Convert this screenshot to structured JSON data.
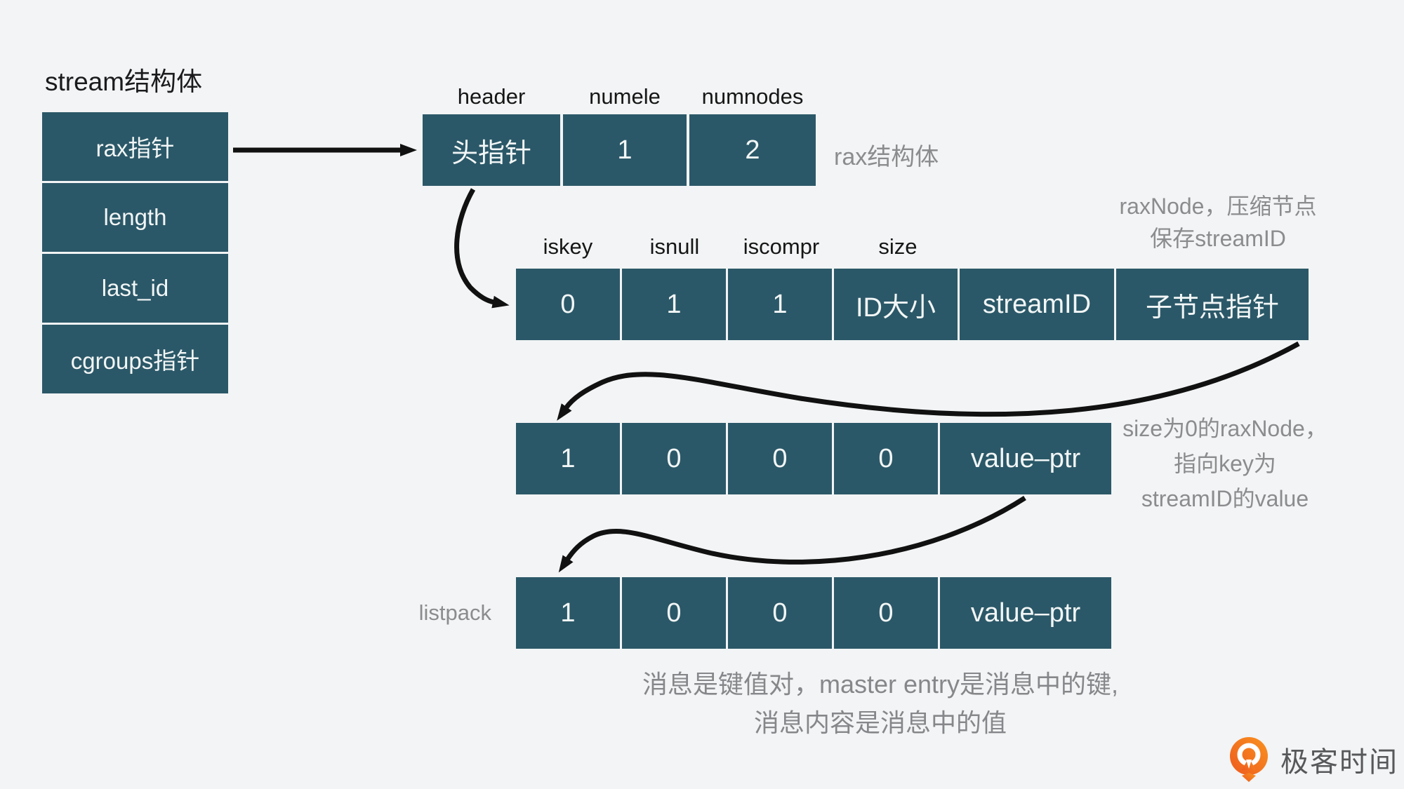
{
  "background": "#f2f4f5",
  "title": "stream结构体",
  "stream_struct": {
    "cells": [
      "rax指针",
      "length",
      "last_id",
      "cgroups指针"
    ]
  },
  "rax_row": {
    "labels": [
      "header",
      "numele",
      "numnodes"
    ],
    "cells": [
      "头指针",
      "1",
      "2"
    ],
    "annotation": "rax结构体"
  },
  "raxnode_row": {
    "labels": [
      "iskey",
      "isnull",
      "iscompr",
      "size"
    ],
    "cells": [
      "0",
      "1",
      "1",
      "ID大小",
      "streamID",
      "子节点指针"
    ],
    "annotation_lines": [
      "raxNode，压缩节点",
      "保存streamID"
    ]
  },
  "value_row": {
    "cells": [
      "1",
      "0",
      "0",
      "0",
      "value–ptr"
    ],
    "annotation_lines": [
      "size为0的raxNode，",
      "指向key为",
      "streamID的value"
    ]
  },
  "listpack_row": {
    "label": "listpack",
    "cells": [
      "1",
      "0",
      "0",
      "0",
      "value–ptr"
    ]
  },
  "caption_lines": [
    "消息是键值对，master entry是消息中的键,",
    "消息内容是消息中的值"
  ],
  "logo": {
    "text": "极客时间",
    "icon": "geektime-pin-icon"
  },
  "colors": {
    "cell_bg": "#2b5868",
    "cell_text": "#f2f6f6",
    "label_text": "#161616",
    "annotation_text": "#8a8c8d",
    "arrow": "#111111",
    "logo_orange": "#f26f1d",
    "logo_orange_light": "#f9921f",
    "logo_text": "#57585a"
  }
}
